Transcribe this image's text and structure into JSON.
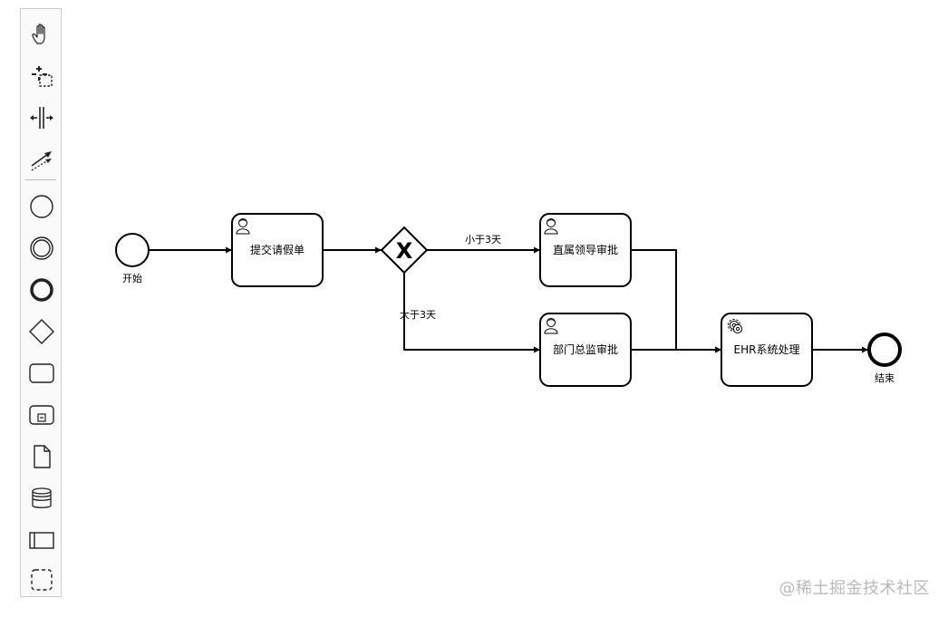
{
  "palette": {
    "tools": [
      {
        "name": "hand-tool",
        "icon": "hand-icon"
      },
      {
        "name": "lasso-tool",
        "icon": "lasso-icon"
      },
      {
        "name": "space-tool",
        "icon": "space-icon"
      },
      {
        "name": "connect-tool",
        "icon": "connect-icon"
      },
      {
        "name": "create-start-event",
        "icon": "start-event-icon"
      },
      {
        "name": "create-intermediate-event",
        "icon": "intermediate-event-icon"
      },
      {
        "name": "create-end-event",
        "icon": "end-event-icon"
      },
      {
        "name": "create-gateway",
        "icon": "gateway-icon"
      },
      {
        "name": "create-task",
        "icon": "task-icon"
      },
      {
        "name": "create-subprocess",
        "icon": "subprocess-icon"
      },
      {
        "name": "create-data-object",
        "icon": "data-object-icon"
      },
      {
        "name": "create-data-store",
        "icon": "data-store-icon"
      },
      {
        "name": "create-participant",
        "icon": "participant-icon"
      },
      {
        "name": "create-group",
        "icon": "group-icon"
      }
    ]
  },
  "diagram": {
    "start_event": {
      "label": "开始"
    },
    "end_event": {
      "label": "结束"
    },
    "tasks": {
      "submit": {
        "label": "提交请假单",
        "kind": "user"
      },
      "direct_leader": {
        "label": "直属领导审批",
        "kind": "user"
      },
      "dept_director": {
        "label": "部门总监审批",
        "kind": "user"
      },
      "ehr": {
        "label": "EHR系统处理",
        "kind": "service"
      }
    },
    "gateway": {
      "kind": "exclusive",
      "symbol": "X"
    },
    "flows": {
      "less_than_3": {
        "label": "小于3天"
      },
      "more_than_3": {
        "label": "大于3天"
      }
    }
  },
  "watermark": {
    "text": "@稀土掘金技术社区"
  },
  "colors": {
    "stroke": "#000000",
    "palette_border": "#cccccc",
    "watermark": "#b9b9b9"
  }
}
